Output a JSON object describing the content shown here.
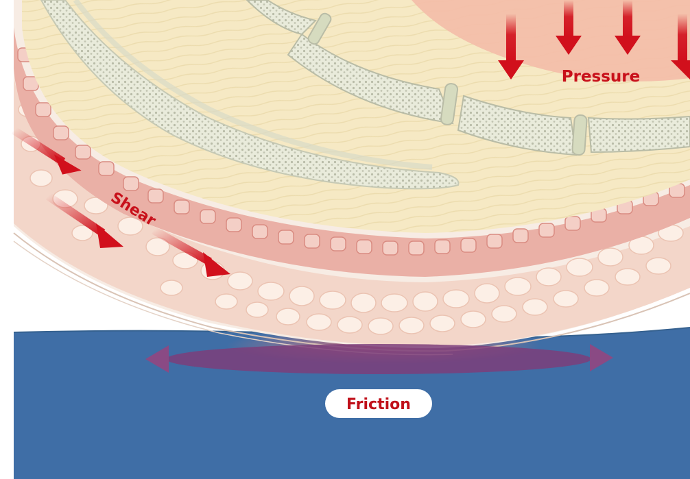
{
  "labels": {
    "pressure": "Pressure",
    "shear": "Shear",
    "friction": "Friction"
  },
  "colors": {
    "surface": "#3f6ea6",
    "arrow": "#d1101c",
    "label_text": "#c8101a",
    "friction_text": "#c0101a",
    "muscle": "#f5e7c0",
    "bone_marrow": "#e6e8d6",
    "epidermis": "#e8a8a0",
    "fat": "#f3d3c6",
    "pressure_zone": "#f4b8a6",
    "friction_band": "#7d3e7a"
  },
  "icons": [
    "pressure-arrow-icon",
    "shear-arrow-icon",
    "friction-double-arrow-icon"
  ]
}
